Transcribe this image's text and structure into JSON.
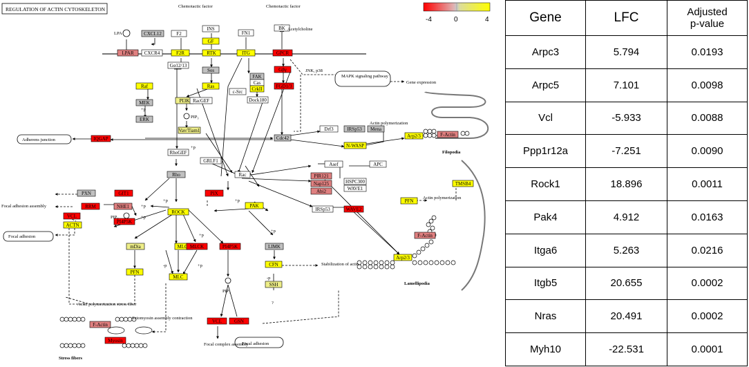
{
  "pathway": {
    "title": "REGULATION OF ACTIN CYTOSKELETON",
    "colors": {
      "up": "#ffff00",
      "up_light": "#eeee88",
      "neutral": "#c0c0c0",
      "down": "#ff0000",
      "down_light": "#e08080"
    },
    "legend": {
      "min": "-4",
      "mid": "0",
      "max": "4"
    },
    "nodes": [
      {
        "id": "LPAR",
        "label": "LPAR",
        "tone": "down_light"
      },
      {
        "id": "CXCL12",
        "label": "CXCL12",
        "tone": "neutral"
      },
      {
        "id": "CXCR4",
        "label": "CXCR4",
        "tone": "white"
      },
      {
        "id": "F2",
        "label": "F2",
        "tone": "white"
      },
      {
        "id": "F2R",
        "label": "F2R",
        "tone": "up"
      },
      {
        "id": "INS",
        "label": "INS",
        "tone": "white"
      },
      {
        "id": "GF",
        "label": "GF",
        "tone": "up"
      },
      {
        "id": "RTK",
        "label": "RTK",
        "tone": "up"
      },
      {
        "id": "FN1",
        "label": "FN1",
        "tone": "white"
      },
      {
        "id": "ITG",
        "label": "ITG",
        "tone": "up"
      },
      {
        "id": "BK",
        "label": "BK",
        "tone": "white"
      },
      {
        "id": "GPCR",
        "label": "GPCR",
        "tone": "down"
      },
      {
        "id": "Ga1213",
        "label": "Gα12/13",
        "tone": "white"
      },
      {
        "id": "Sos",
        "label": "Sos",
        "tone": "neutral"
      },
      {
        "id": "Ras",
        "label": "Ras",
        "tone": "up"
      },
      {
        "id": "FAK",
        "label": "FAK",
        "tone": "neutral"
      },
      {
        "id": "Cas",
        "label": "Cas",
        "tone": "white"
      },
      {
        "id": "CrkII",
        "label": "CrkII",
        "tone": "up"
      },
      {
        "id": "Gbg",
        "label": "Gβγ",
        "tone": "down"
      },
      {
        "id": "FGD13",
        "label": "FGD1/3",
        "tone": "down"
      },
      {
        "id": "Raf",
        "label": "Raf",
        "tone": "up"
      },
      {
        "id": "MEK",
        "label": "MEK",
        "tone": "neutral"
      },
      {
        "id": "ERK",
        "label": "ERK",
        "tone": "neutral"
      },
      {
        "id": "PI3K",
        "label": "PI3K",
        "tone": "up_light"
      },
      {
        "id": "RacGEF",
        "label": "RacGEF",
        "tone": "white"
      },
      {
        "id": "cSrc",
        "label": "c-Src",
        "tone": "white"
      },
      {
        "id": "Dock180",
        "label": "Dock180",
        "tone": "white"
      },
      {
        "id": "VavTiam1",
        "label": "Vav/Tiam1",
        "tone": "up_light"
      },
      {
        "id": "IQGAP",
        "label": "IQGAP",
        "tone": "down"
      },
      {
        "id": "Cdc42",
        "label": "Cdc42",
        "tone": "neutral"
      },
      {
        "id": "Drf3",
        "label": "Drf3",
        "tone": "white"
      },
      {
        "id": "IRSp53a",
        "label": "IRSp53",
        "tone": "neutral"
      },
      {
        "id": "Mena",
        "label": "Mena",
        "tone": "neutral"
      },
      {
        "id": "NWASP",
        "label": "N-WASP",
        "tone": "up"
      },
      {
        "id": "Arp23a",
        "label": "Arp2/3",
        "tone": "up"
      },
      {
        "id": "FActin1",
        "label": "F-Actin",
        "tone": "down_light"
      },
      {
        "id": "RhoGEF",
        "label": "RhoGEF",
        "tone": "white"
      },
      {
        "id": "GRLF1",
        "label": "GRLF1",
        "tone": "white"
      },
      {
        "id": "Rho",
        "label": "Rho",
        "tone": "neutral"
      },
      {
        "id": "Rac",
        "label": "Rac",
        "tone": "white"
      },
      {
        "id": "Asef",
        "label": "Asef",
        "tone": "white"
      },
      {
        "id": "APC",
        "label": "APC",
        "tone": "white"
      },
      {
        "id": "PIR121",
        "label": "PIR121",
        "tone": "down_light"
      },
      {
        "id": "Nap125",
        "label": "Nap125",
        "tone": "down_light"
      },
      {
        "id": "Abi2",
        "label": "Abi2",
        "tone": "down_light"
      },
      {
        "id": "HSPC300",
        "label": "HSPC300",
        "tone": "white"
      },
      {
        "id": "WAVE1",
        "label": "WAVE1",
        "tone": "white"
      },
      {
        "id": "TMSB4",
        "label": "TMSB4",
        "tone": "up"
      },
      {
        "id": "PXN",
        "label": "PXN",
        "tone": "neutral"
      },
      {
        "id": "GIT1",
        "label": "GIT1",
        "tone": "down"
      },
      {
        "id": "PIX",
        "label": "PIX",
        "tone": "down"
      },
      {
        "id": "PFN1",
        "label": "PFN",
        "tone": "up"
      },
      {
        "id": "RRM",
        "label": "RRM",
        "tone": "down"
      },
      {
        "id": "NHE1",
        "label": "NHE1",
        "tone": "down_light"
      },
      {
        "id": "ROCK",
        "label": "ROCK",
        "tone": "up"
      },
      {
        "id": "PAK",
        "label": "PAK",
        "tone": "up"
      },
      {
        "id": "IRSp53b",
        "label": "IRSp53",
        "tone": "white"
      },
      {
        "id": "WAVE2",
        "label": "WAVE2",
        "tone": "down"
      },
      {
        "id": "VCL1",
        "label": "VCL",
        "tone": "down"
      },
      {
        "id": "PI4P5K",
        "label": "PI4P5K",
        "tone": "down"
      },
      {
        "id": "ACTN",
        "label": "ACTN",
        "tone": "up"
      },
      {
        "id": "FActin2",
        "label": "F-Actin",
        "tone": "down_light"
      },
      {
        "id": "mDia",
        "label": "mDia",
        "tone": "up_light"
      },
      {
        "id": "MLCP",
        "label": "MLCP",
        "tone": "up"
      },
      {
        "id": "MLCK",
        "label": "MLCK",
        "tone": "down"
      },
      {
        "id": "PI4P5K2",
        "label": "PI4P5K",
        "tone": "down"
      },
      {
        "id": "LIMK",
        "label": "LIMK",
        "tone": "neutral"
      },
      {
        "id": "CFN",
        "label": "CFN",
        "tone": "up"
      },
      {
        "id": "Arp23b",
        "label": "Arp2/3",
        "tone": "up"
      },
      {
        "id": "PFN2",
        "label": "PFN",
        "tone": "up"
      },
      {
        "id": "MLC",
        "label": "MLC",
        "tone": "up"
      },
      {
        "id": "SSH",
        "label": "SSH",
        "tone": "up_light"
      },
      {
        "id": "FActin3",
        "label": "F-Actin",
        "tone": "down_light"
      },
      {
        "id": "Myosin",
        "label": "Myosin",
        "tone": "down"
      },
      {
        "id": "VCL2",
        "label": "VCL",
        "tone": "down"
      },
      {
        "id": "GSN",
        "label": "GSN",
        "tone": "down"
      }
    ],
    "labels": {
      "chemotactic1": "Chemotactic factor",
      "chemotactic2": "Chemotactic factor",
      "lpa": "LPA",
      "acetylcholine": "Acetylcholine",
      "jnk": "JNK, p38",
      "mapk": "MAPK signaling pathway",
      "gene_expression": "Gene expression",
      "pip3": "PIP₃",
      "actin_poly1": "Actin polymerization",
      "filopodia": "Filopodia",
      "adherens": "Adherens junction",
      "focal_adh_assembly": "Focal adhesion assembly",
      "focal_adhesion": "Focal adhesion",
      "pip2a": "PIP₂",
      "actin_poly2": "Actin polymerization",
      "lamellipodia": "Lamellipodia",
      "stabilization": "Stabilization of actin",
      "pip2b": "PIP₂",
      "actin_poly_stress": "Actin polymerization stress fiber",
      "actomyosin": "Actomyosin assembly contraction",
      "stress_fibers": "Stress fibers",
      "focal_complex": "Focal complex assembly",
      "focal_adhesion2": "Focal adhesion",
      "p1": "+p",
      "p2": "-p",
      "q": "?"
    }
  },
  "table": {
    "headers": {
      "gene": "Gene",
      "lfc": "LFC",
      "padj_line1": "Adjusted",
      "padj_line2": "p-value"
    },
    "rows": [
      {
        "gene": "Arpc3",
        "lfc": "5.794",
        "padj": "0.0193"
      },
      {
        "gene": "Arpc5",
        "lfc": "7.101",
        "padj": "0.0098"
      },
      {
        "gene": "Vcl",
        "lfc": "-5.933",
        "padj": "0.0088"
      },
      {
        "gene": "Ppp1r12a",
        "lfc": "-7.251",
        "padj": "0.0090"
      },
      {
        "gene": "Rock1",
        "lfc": "18.896",
        "padj": "0.0011"
      },
      {
        "gene": "Pak4",
        "lfc": "4.912",
        "padj": "0.0163"
      },
      {
        "gene": "Itga6",
        "lfc": "5.263",
        "padj": "0.0216"
      },
      {
        "gene": "Itgb5",
        "lfc": "20.655",
        "padj": "0.0002"
      },
      {
        "gene": "Nras",
        "lfc": "20.491",
        "padj": "0.0002"
      },
      {
        "gene": "Myh10",
        "lfc": "-22.531",
        "padj": "0.0001"
      }
    ]
  }
}
